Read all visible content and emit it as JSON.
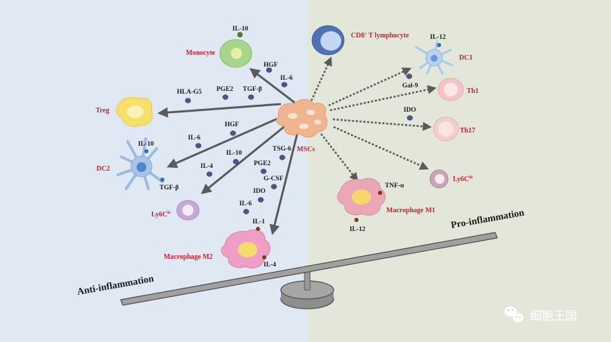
{
  "colors": {
    "left_bg": "#dfe8f3",
    "right_bg": "#e3e7da",
    "arrow": "#5a5a5a",
    "cell_label": "#d0202a",
    "factor_dot": "#3f4a78",
    "msc": "#f0b48e",
    "beam": "#9a9a9a"
  },
  "center": {
    "label": "MSCs"
  },
  "balance": {
    "left_label": "Anti-inflammation",
    "right_label": "Pro-inflammation"
  },
  "anti_cells": {
    "monocyte": "Monocyte",
    "treg": "Treg",
    "dc2": "DC2",
    "ly6c_lo_base": "Ly6C",
    "ly6c_lo_sup": "lo",
    "macrophage_m2": "Macrophage M2"
  },
  "pro_cells": {
    "cd8_base": "CD8",
    "cd8_sup": "+",
    "cd8_rest": " T lymphocyte",
    "dc1": "DC1",
    "th1": "Th1",
    "th17": "Th17",
    "ly6c_hi_base": "Ly6C",
    "ly6c_hi_sup": "hi",
    "macrophage_m1": "Macrophage M1"
  },
  "factors": {
    "il10_mono": "IL-10",
    "hgf_mono": "HGF",
    "il6_mono": "IL-6",
    "hla_g5": "HLA-G5",
    "pge2_treg": "PGE2",
    "tgfb_treg": "TGF-β",
    "hgf_dc2": "HGF",
    "il6_dc2": "IL-6",
    "il10_dc2_path": "IL-10",
    "il10_dc2_cell": "IL-10",
    "tgfb_dc2": "TGF-β",
    "il4_ly6c": "IL-4",
    "tsg6": "TSG-6",
    "pge2_m2": "PGE2",
    "gcsf": "G-CSF",
    "ido_m2": "IDO",
    "il6_m2": "IL-6",
    "il1": "IL-1",
    "il4_m2": "IL-4",
    "il12_dc1": "IL-12",
    "gal9": "Gal-9",
    "ido_th": "IDO",
    "tnfa": "TNF-α",
    "il12_m1": "IL-12"
  },
  "watermark": "细胞王国"
}
